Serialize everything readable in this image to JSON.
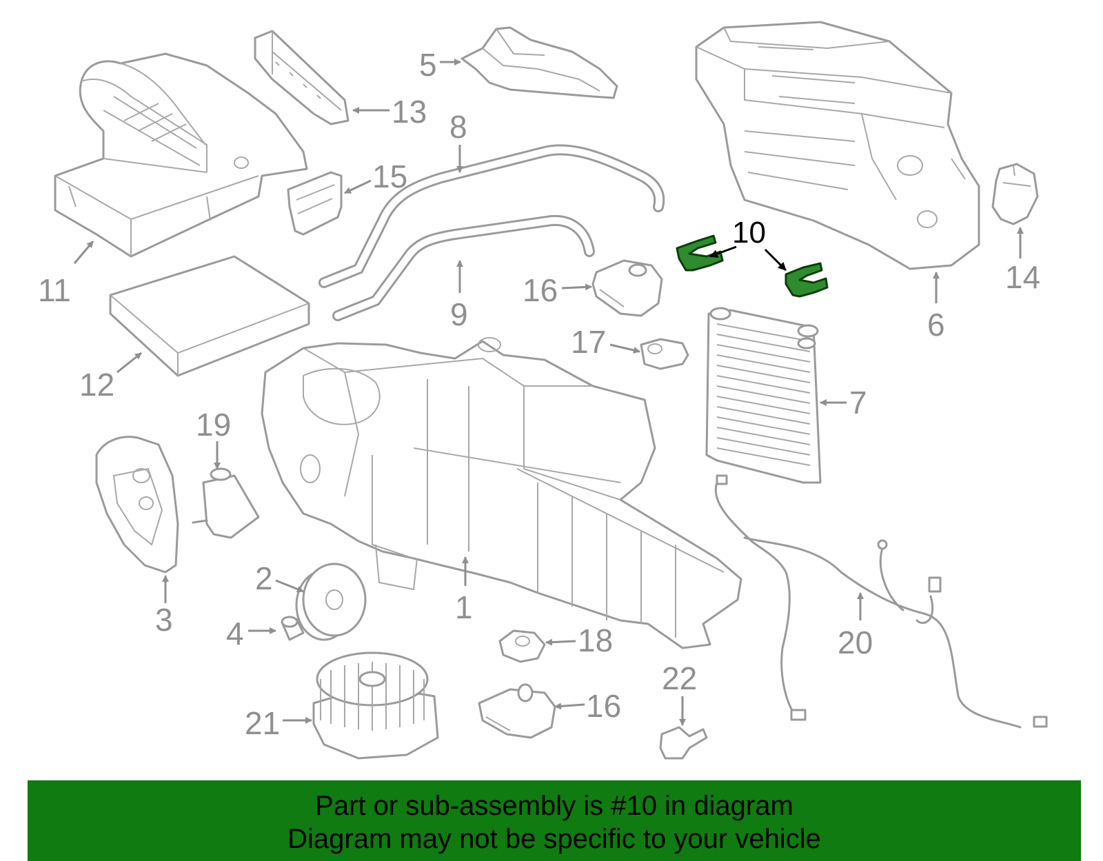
{
  "labels": {
    "p1": "1",
    "p2": "2",
    "p3": "3",
    "p4": "4",
    "p5": "5",
    "p6": "6",
    "p7": "7",
    "p8": "8",
    "p9": "9",
    "p10": "10",
    "p11": "11",
    "p12": "12",
    "p13": "13",
    "p14": "14",
    "p15": "15",
    "p16a": "16",
    "p16b": "16",
    "p17": "17",
    "p18": "18",
    "p19": "19",
    "p20": "20",
    "p21": "21",
    "p22": "22"
  },
  "highlight_color": "#2e8b2e",
  "banner": {
    "color": "#0f7b10",
    "line1": "Part or sub-assembly is #10 in diagram",
    "line2": "Diagram may not be specific to your vehicle"
  }
}
